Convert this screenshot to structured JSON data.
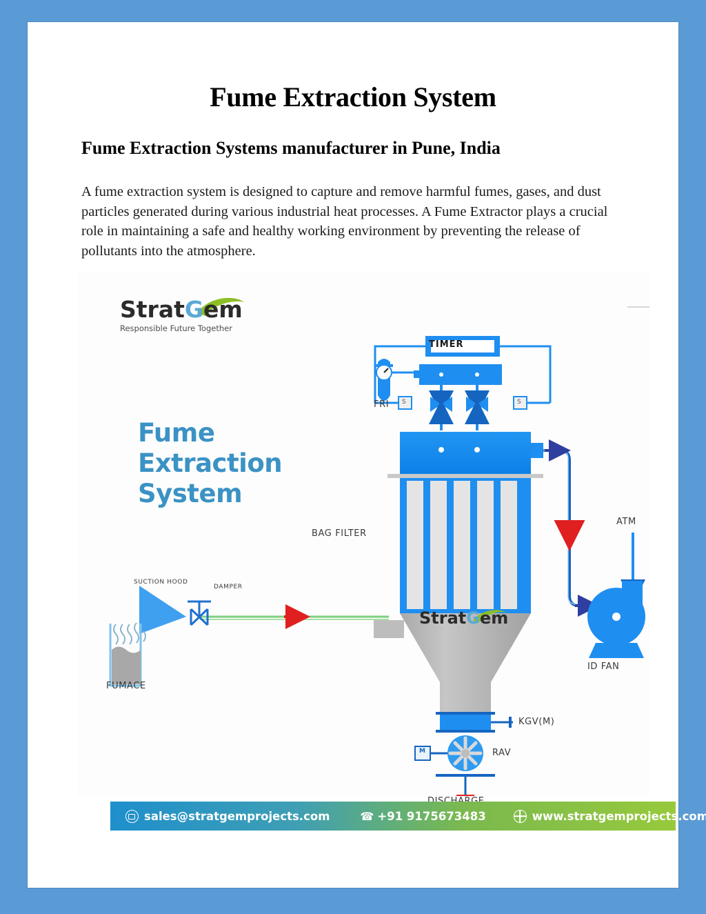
{
  "page": {
    "border_color": "#5b9bd5",
    "background": "#ffffff"
  },
  "document": {
    "title": "Fume Extraction System",
    "subtitle": "Fume Extraction Systems manufacturer in Pune, India",
    "paragraph": "A fume extraction system is designed to capture and remove harmful fumes, gases, and dust particles generated during various industrial heat processes. A Fume Extractor plays a crucial role in maintaining a safe and healthy working environment by preventing the release of pollutants into the atmosphere."
  },
  "diagram": {
    "headline": "Fume Extraction System",
    "headline_color": "#3b92c4",
    "logo": {
      "part1": "Strat",
      "part2": "G",
      "part3": "em",
      "tagline": "Responsible Future Together",
      "swoosh_color": "#8cbf26"
    },
    "watermark_logo": {
      "part1": "Strat",
      "part2": "G",
      "part3": "em"
    },
    "labels": {
      "timer": "TIMER",
      "fri": "FRI",
      "solenoid_left": "S",
      "solenoid_right": "S",
      "bag_filter": "BAG  FILTER",
      "suction_hood": "SUCTION  HOOD",
      "damper": "DAMPER",
      "furnace": "FUMACE",
      "atm": "ATM",
      "id_fan": "ID  FAN",
      "kgv": "KGV(M)",
      "rav": "RAV",
      "rav_motor": "M",
      "discharge": "DISCHARGE"
    },
    "colors": {
      "process_blue": "#1f8ef1",
      "pipe_blue": "#1565c0",
      "duct_green": "#7ed07e",
      "arrow_red": "#e02020",
      "vessel_gray": "#b8b8b8",
      "bag_gray": "#e2e2e2"
    }
  },
  "footer": {
    "email": "sales@stratgemprojects.com",
    "phone": "+91 9175673483",
    "website": "www.stratgemprojects.com",
    "gradient_start": "#1e8fcc",
    "gradient_end": "#97c93c",
    "icons": {
      "mail": "mail-icon",
      "phone": "phone-icon",
      "globe": "globe-icon"
    }
  }
}
